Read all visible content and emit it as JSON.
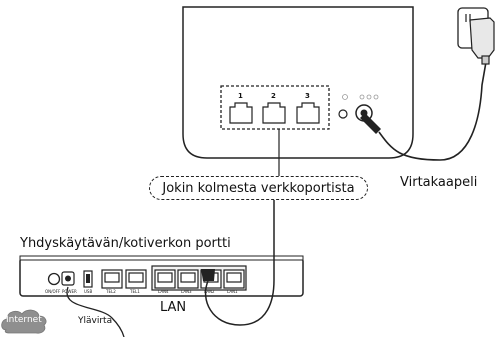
{
  "callout_text": "Jokin kolmesta verkkoportista",
  "power_cable_label": "Virtakaapeli",
  "gateway_title": "Yhdyskäytävän/kotiverkon portti",
  "lan_label": "LAN",
  "upstream_label": "Ylävirta",
  "cloud_label": "Internet",
  "router_port_numbers": [
    "1",
    "2",
    "3"
  ],
  "gateway_port_labels": [
    "ON/OFF",
    "POWER",
    "USB",
    "TEL2",
    "TEL1",
    "LAN4",
    "LAN3",
    "LAN2",
    "LAN1"
  ]
}
